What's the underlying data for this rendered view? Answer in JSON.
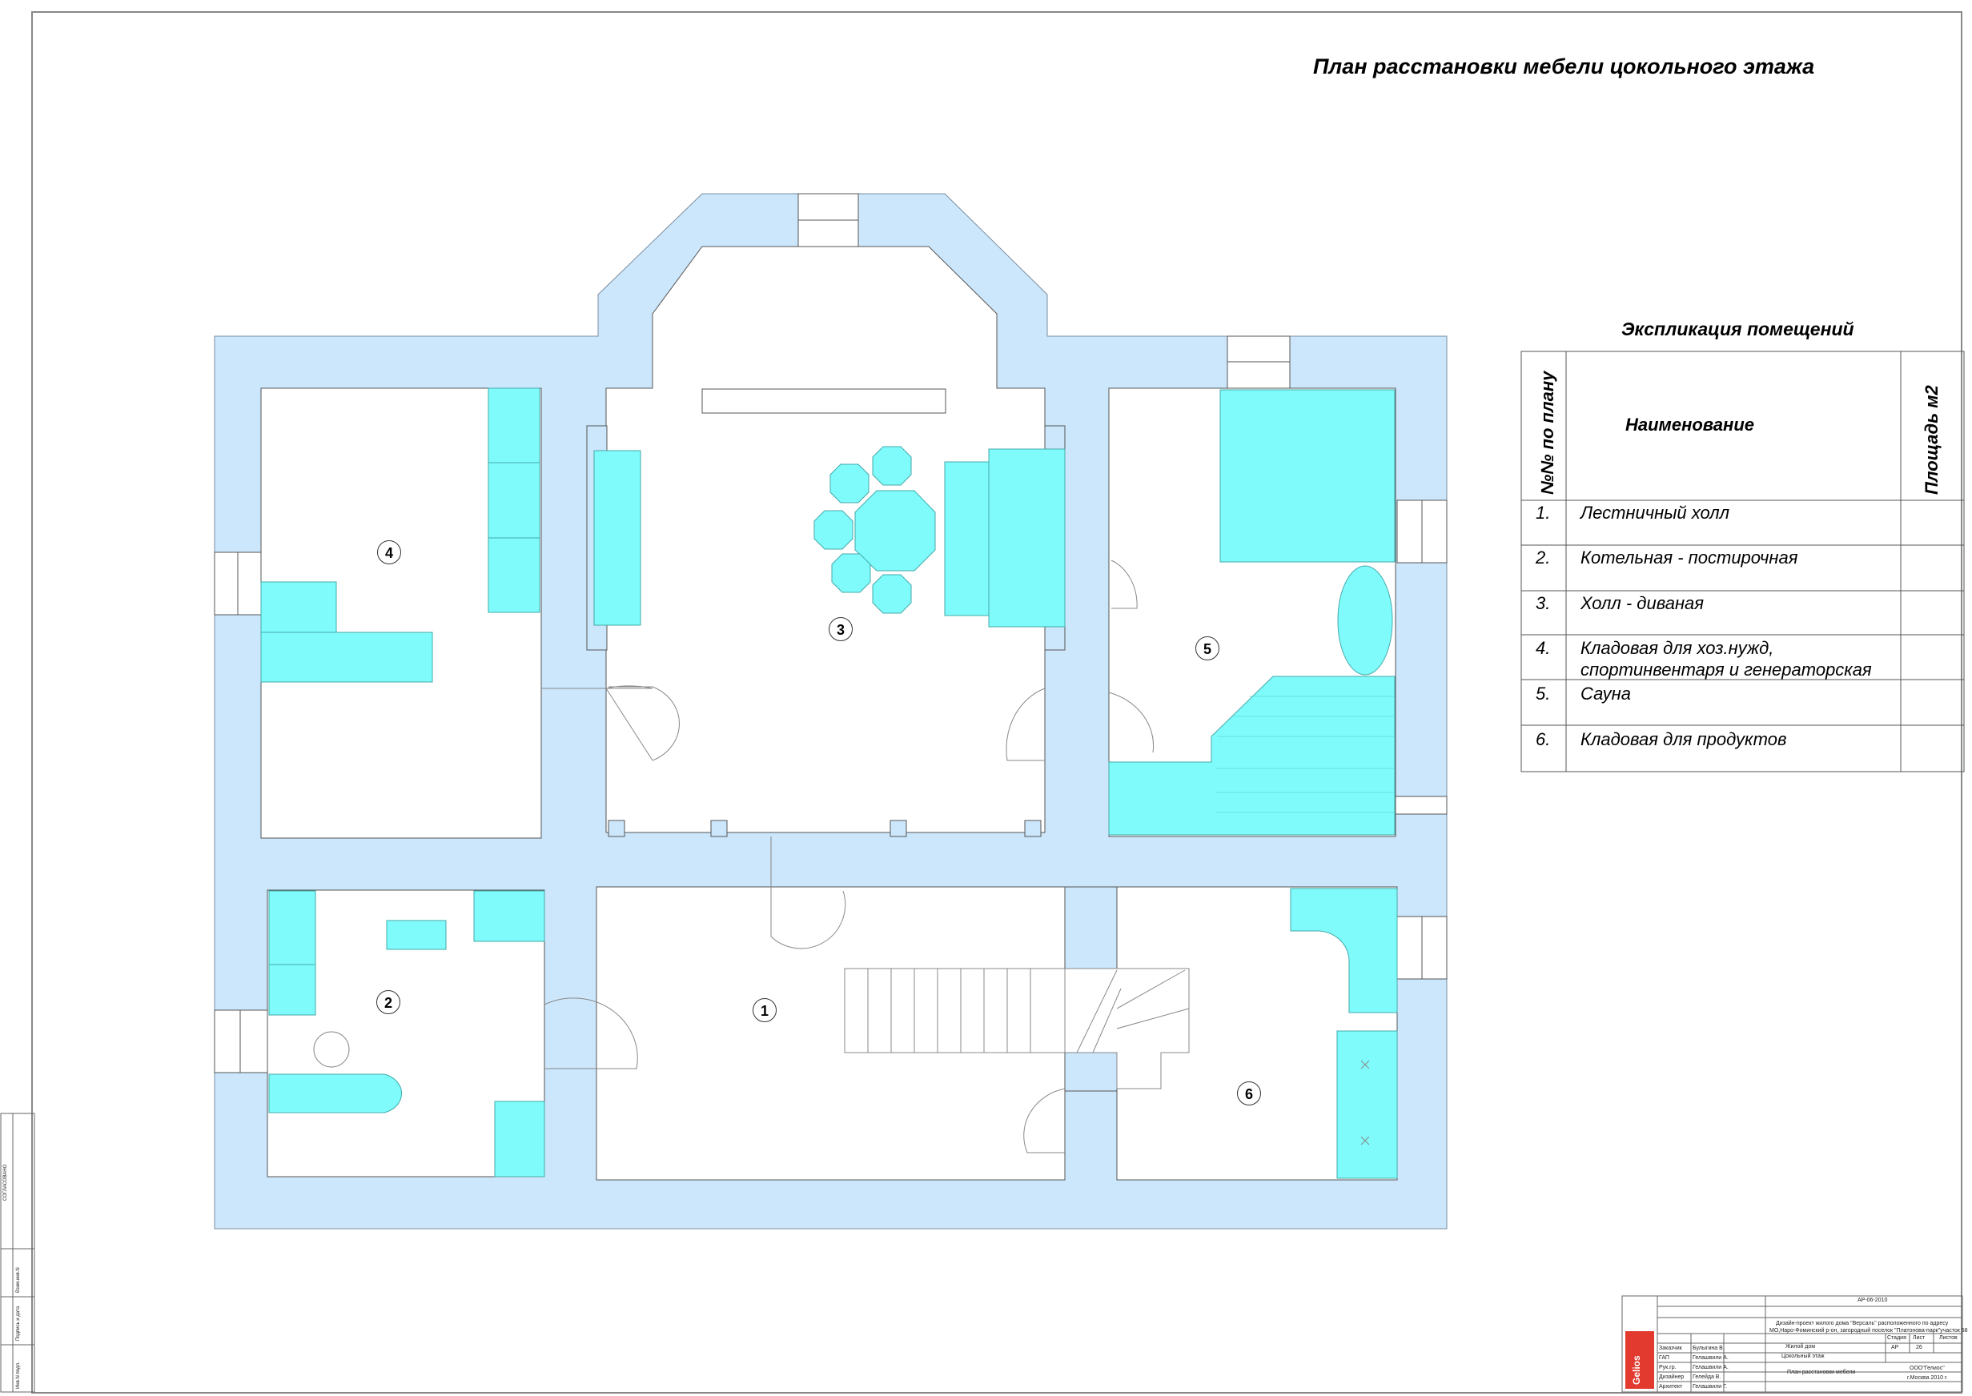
{
  "title": "План расстановки мебели цокольного   этажа",
  "explication": {
    "title": "Экспликация помещений",
    "col_num": "№№ по плану",
    "col_name": "Наименование",
    "col_area": "Площадь м2",
    "rows": [
      {
        "num": "1.",
        "name": "Лестничный холл",
        "name2": ""
      },
      {
        "num": "2.",
        "name": "Котельная - постирочная",
        "name2": ""
      },
      {
        "num": "3.",
        "name": "Холл - диваная",
        "name2": ""
      },
      {
        "num": "4.",
        "name": "Кладовая для хоз.нужд,",
        "name2": "спортинвентаря и генераторская"
      },
      {
        "num": "5.",
        "name": "Сауна",
        "name2": ""
      },
      {
        "num": "6.",
        "name": "Кладовая для продуктов",
        "name2": ""
      }
    ]
  },
  "rooms": [
    {
      "label": "1"
    },
    {
      "label": "2"
    },
    {
      "label": "3"
    },
    {
      "label": "4"
    },
    {
      "label": "5"
    },
    {
      "label": "6"
    }
  ],
  "stamp": {
    "code": "АР-06-2010",
    "project1": "Дизайн-проект жилого дома \"Версаль\" расположенного по адресу",
    "project2": "МО,Наро-Фоминский р-он, загородный поселок \"Платонова-парк\"участок 58",
    "building": "Жилой дом",
    "floor": "Цокольный этаж",
    "stage_label": "Стадия",
    "sheet_label": "Лист",
    "sheets_label": "Листов",
    "stage": "АР",
    "sheet": "26",
    "sheet_name": "План расстановки мебели",
    "company": "ООО\"Гелиос\"",
    "city": "г.Москва 2010 г.",
    "people": [
      {
        "role": "Заказчик",
        "name": "Булыгина В."
      },
      {
        "role": "ГАП",
        "name": "Гелашвили А."
      },
      {
        "role": "Рук.гр.",
        "name": "Гелашвили А."
      },
      {
        "role": "Дизайнер",
        "name": "Гелейда В."
      },
      {
        "role": "Архитект",
        "name": "Гелашвили Г."
      }
    ],
    "logo": "Gelios"
  },
  "side_labels": [
    "СОГЛАСОВАНО",
    "Взам.инв.N",
    "Подпись и дата",
    "Инв.N подл."
  ],
  "colors": {
    "wall": "#cce6fb",
    "furniture": "#80fbfb",
    "line": "#000000"
  }
}
